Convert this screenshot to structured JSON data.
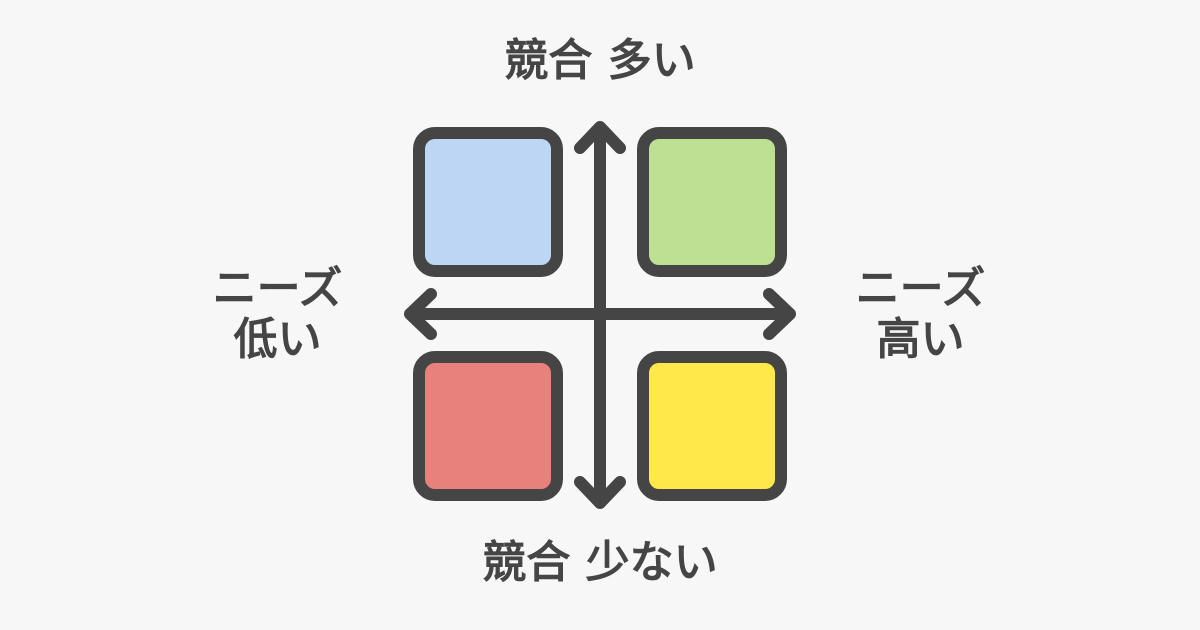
{
  "labels": {
    "top": "競合 多い",
    "bottom": "競合 少ない",
    "left_line1": "ニーズ",
    "left_line2": "低い",
    "right_line1": "ニーズ",
    "right_line2": "高い"
  },
  "colors": {
    "background": "#f7f7f7",
    "stroke": "#454545",
    "top_left": "#bcd6f4",
    "top_right": "#bde092",
    "bottom_left": "#e8807c",
    "bottom_right": "#ffe84a"
  }
}
